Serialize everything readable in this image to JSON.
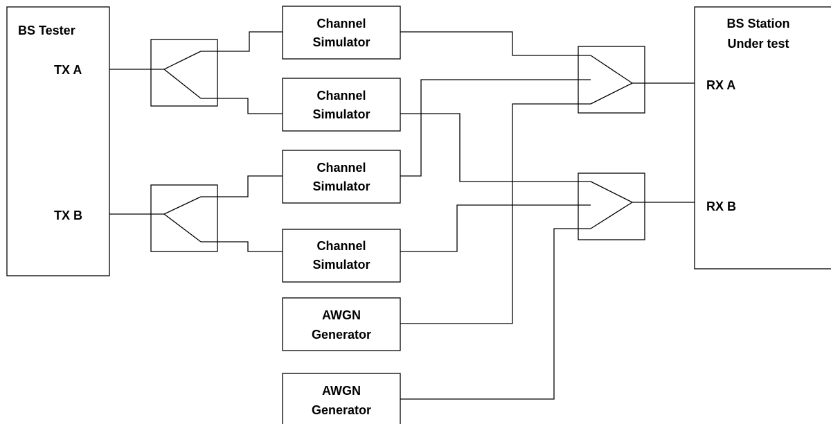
{
  "bs_tester": {
    "title": "BS Tester",
    "port_a": "TX A",
    "port_b": "TX B"
  },
  "bs_station": {
    "title_line1": "BS Station",
    "title_line2": "Under test",
    "port_a": "RX A",
    "port_b": "RX B"
  },
  "channel_simulators": [
    {
      "line1": "Channel",
      "line2": "Simulator"
    },
    {
      "line1": "Channel",
      "line2": "Simulator"
    },
    {
      "line1": "Channel",
      "line2": "Simulator"
    },
    {
      "line1": "Channel",
      "line2": "Simulator"
    }
  ],
  "awgn_generators": [
    {
      "line1": "AWGN",
      "line2": "Generator"
    },
    {
      "line1": "AWGN",
      "line2": "Generator"
    }
  ]
}
